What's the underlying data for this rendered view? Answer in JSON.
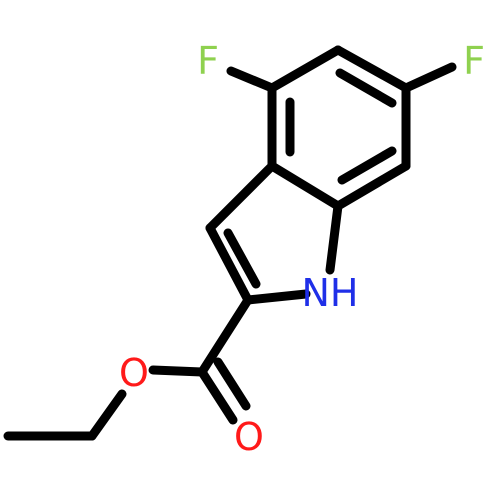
{
  "molecule": {
    "atoms": {
      "fluorine_top": {
        "symbol": "F",
        "color": "#8fd14f"
      },
      "fluorine_right": {
        "symbol": "F",
        "color": "#8fd14f"
      },
      "nitrogen": {
        "symbol": "NH",
        "color": "#1f2fe8"
      },
      "oxygen_ester": {
        "symbol": "O",
        "color": "#ff1a1a"
      },
      "oxygen_carbonyl": {
        "symbol": "O",
        "color": "#ff1a1a"
      }
    }
  }
}
